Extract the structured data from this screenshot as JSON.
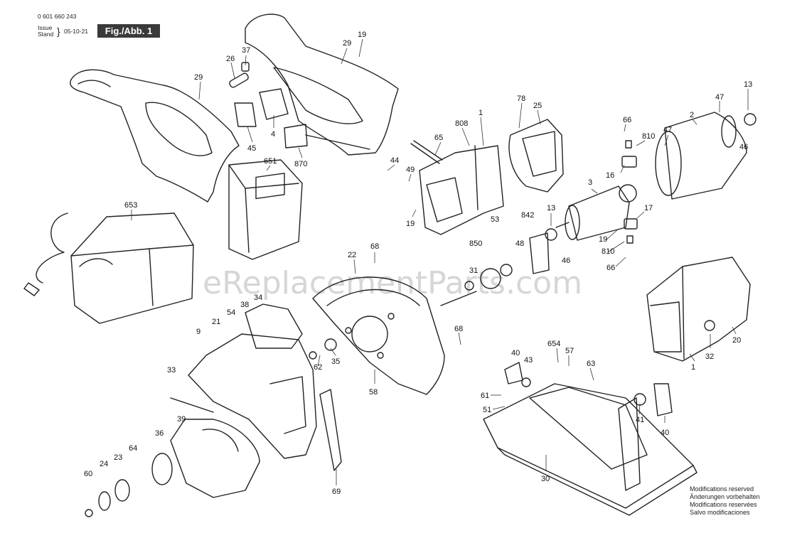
{
  "header": {
    "doc_number": "0 601 660 243",
    "issue_label": "Issue",
    "stand_label": "Stand",
    "date": "05-10-21",
    "figure_label": "Fig./Abb. 1"
  },
  "watermark": "eReplacementParts.com",
  "footer_notes": [
    "Modifications reserved",
    "Änderungen vorbehalten",
    "Modifications reservées",
    "Salvo modificaciones"
  ],
  "part_labels": [
    "26",
    "37",
    "29",
    "19",
    "29",
    "4",
    "45",
    "870",
    "651",
    "653",
    "44",
    "49",
    "19",
    "65",
    "808",
    "1",
    "78",
    "25",
    "66",
    "810",
    "47",
    "2",
    "47",
    "13",
    "46",
    "16",
    "53",
    "842",
    "13",
    "3",
    "17",
    "48",
    "46",
    "850",
    "31",
    "19",
    "810",
    "66",
    "22",
    "68",
    "34",
    "38",
    "54",
    "21",
    "9",
    "62",
    "35",
    "58",
    "68",
    "33",
    "39",
    "36",
    "64",
    "23",
    "24",
    "60",
    "40",
    "43",
    "654",
    "57",
    "63",
    "61",
    "51",
    "41",
    "40",
    "30",
    "32",
    "20",
    "1",
    "69"
  ]
}
